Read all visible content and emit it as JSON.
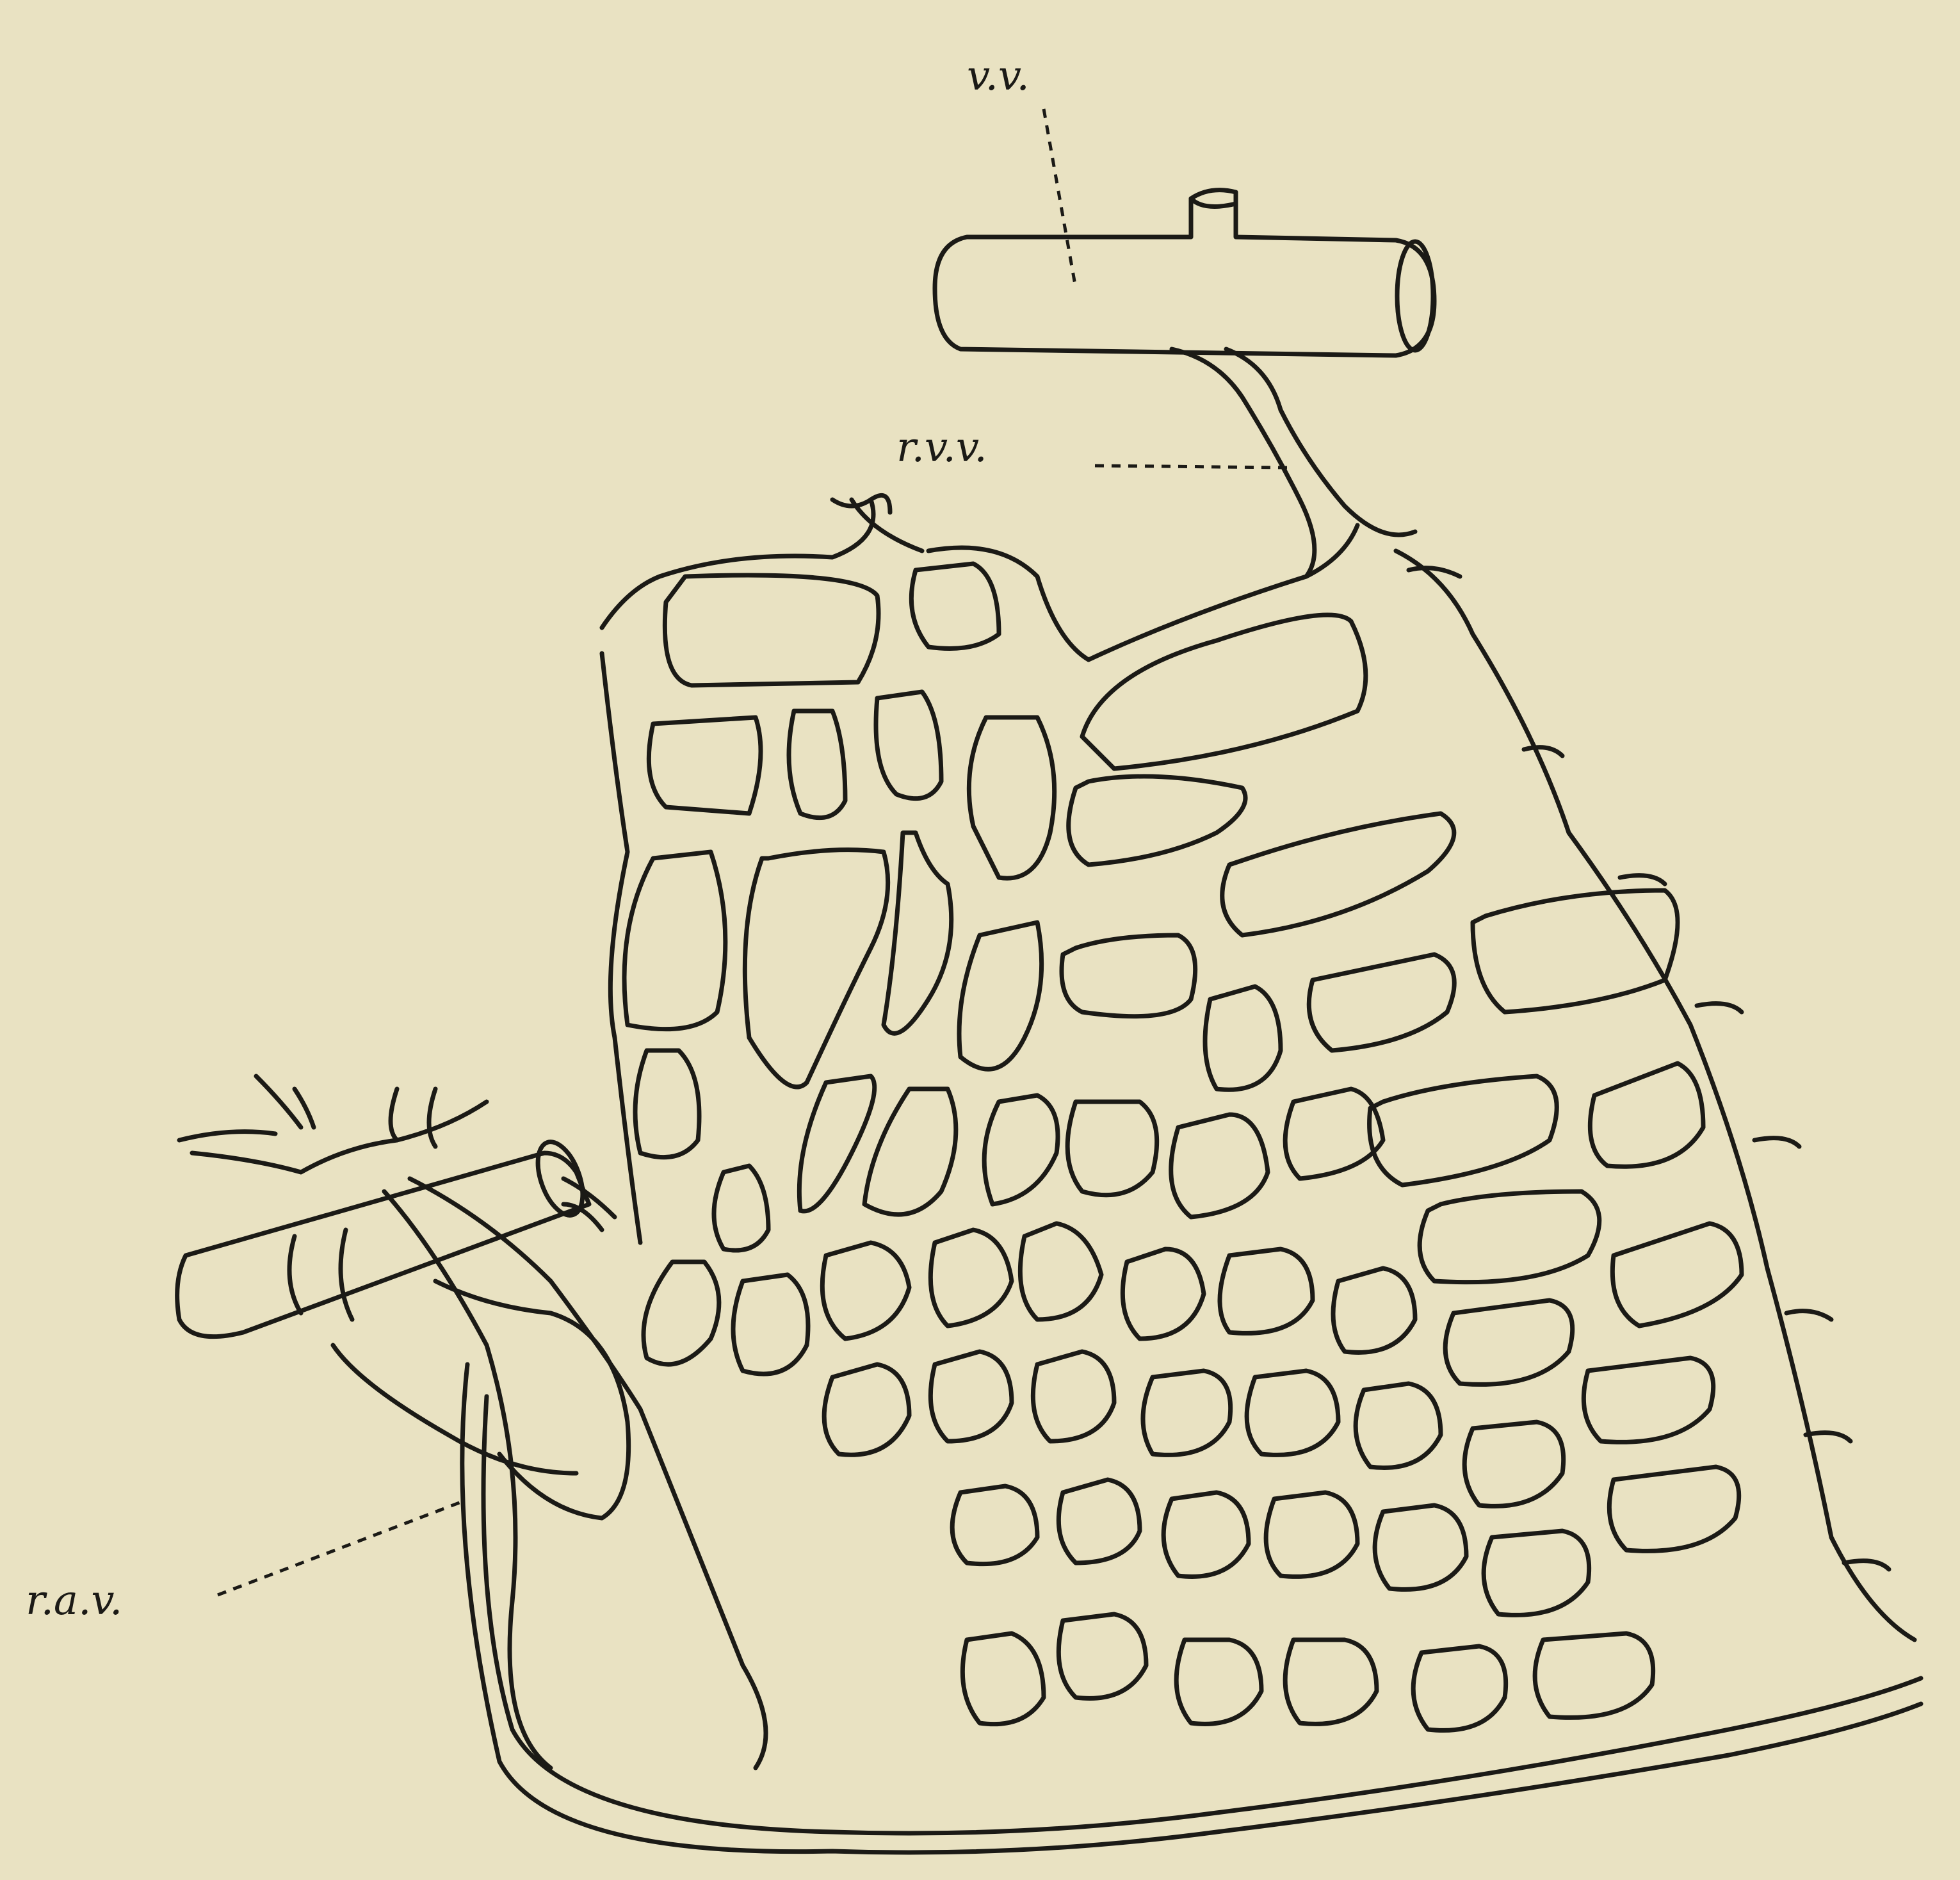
{
  "labels": {
    "vein": "v.v.",
    "venule": "r.v.v.",
    "artery": "r.a.v."
  },
  "colors": {
    "paper": "#e9e2c2",
    "ink": "#1b1a16"
  }
}
